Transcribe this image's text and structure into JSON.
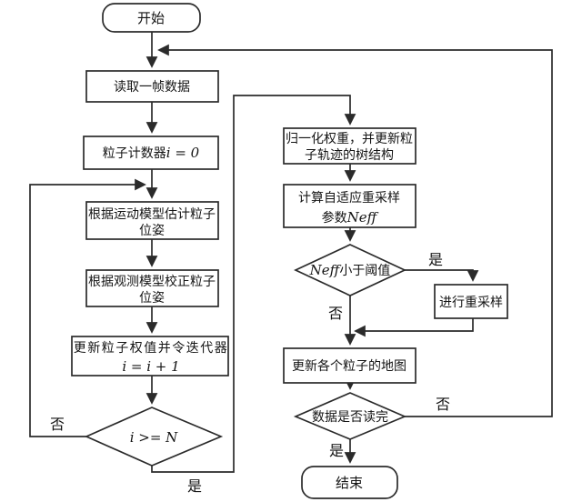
{
  "diagram": {
    "title": "particle-filter-flowchart",
    "colors": {
      "background": "#ffffff",
      "line": "#2b2b2b",
      "text": "#141414"
    },
    "nodes": {
      "start": "开始",
      "read_frame": "读取一帧数据",
      "counter_prefix": "粒子计数器",
      "counter_var": "i = 0",
      "motion_1": "根据运动模型估计粒子",
      "motion_2": "位姿",
      "observe_1": "根据观测模型校正粒子",
      "observe_2": "位姿",
      "update_weight_1": "更新粒子权值并令迭代器",
      "update_weight_2": "i = i + 1",
      "iter_check": "i >= N",
      "normalize_1": "归一化权重，并更新粒",
      "normalize_2": "子轨迹的树结构",
      "neff_calc_1": "计算自适应重采样",
      "neff_calc_2_prefix": "参数",
      "neff_calc_2_var": "Neff",
      "neff_check_var": "Neff",
      "neff_check_suffix": "小于阈值",
      "resample": "进行重采样",
      "update_map": "更新各个粒子的地图",
      "data_done": "数据是否读完",
      "end": "结束"
    },
    "edge_labels": {
      "iter_no": "否",
      "iter_yes": "是",
      "neff_yes": "是",
      "neff_no": "否",
      "done_no": "否",
      "done_yes": "是"
    }
  }
}
